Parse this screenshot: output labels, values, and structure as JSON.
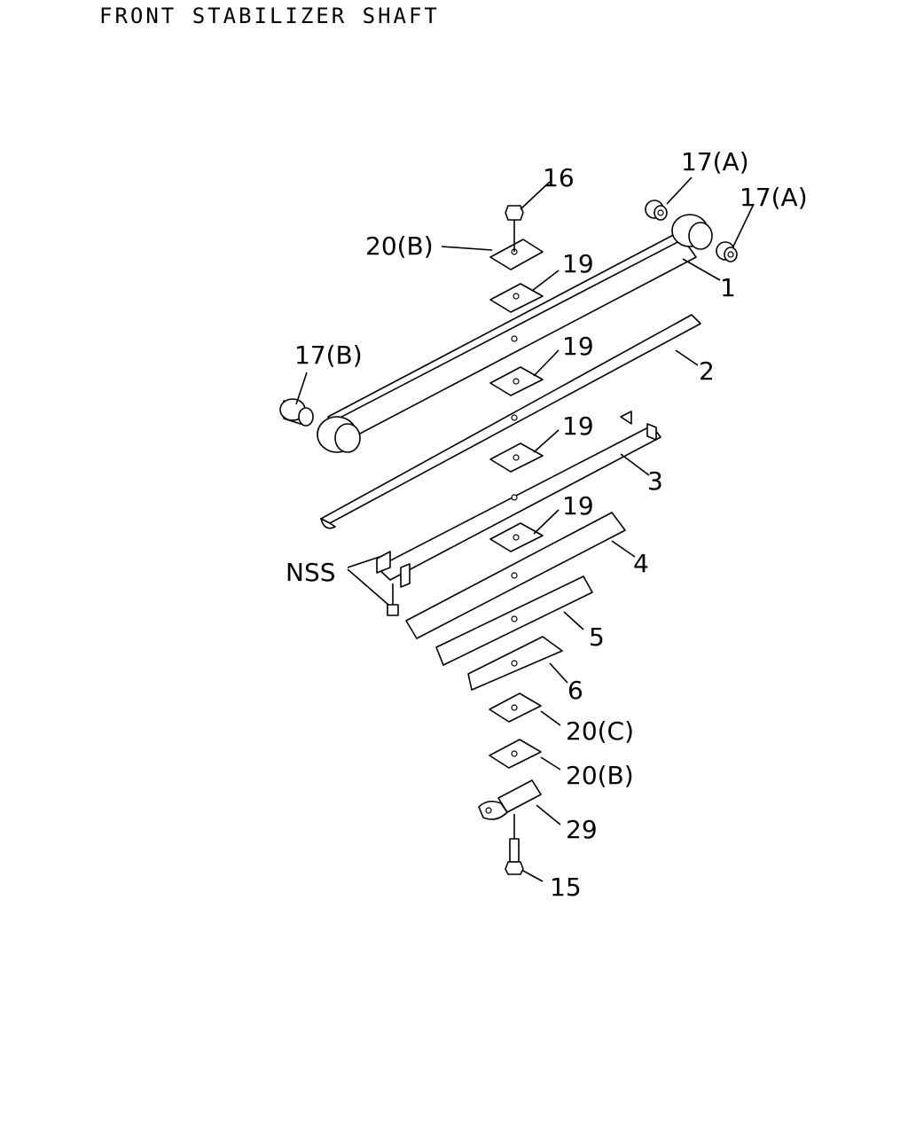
{
  "title": "FRONT STABILIZER SHAFT",
  "callouts": {
    "c1": "1",
    "c2": "2",
    "c3": "3",
    "c4": "4",
    "c5": "5",
    "c6": "6",
    "c15": "15",
    "c16": "16",
    "c17a_1": "17(A)",
    "c17a_2": "17(A)",
    "c17b": "17(B)",
    "c19_1": "19",
    "c19_2": "19",
    "c19_3": "19",
    "c19_4": "19",
    "c20b_top": "20(B)",
    "c20c": "20(C)",
    "c20b_bottom": "20(B)",
    "c29": "29",
    "nss": "NSS"
  }
}
